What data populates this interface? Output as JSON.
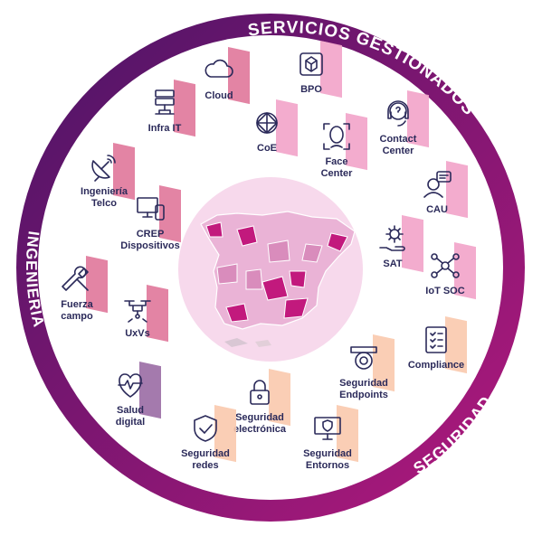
{
  "ring": {
    "sections": {
      "managed": "SERVICIOS GESTIONADOS",
      "engineering": "INGENIERÍA",
      "security": "SEGURIDAD"
    }
  },
  "colors": {
    "ring_dark": "#4a1466",
    "ring_light": "#b3197d",
    "panel_magenta": "#e0779a",
    "panel_pink": "#f2a3c9",
    "panel_peach": "#f9c9ad",
    "panel_purple": "#9a6ba4",
    "map_fill": "#f7d9ec",
    "map_dark": "#c2197d",
    "text": "#2b2a5a"
  },
  "services": [
    {
      "id": "cloud",
      "label": "Cloud",
      "icon": "cloud-icon"
    },
    {
      "id": "infra",
      "label": "Infra IT",
      "icon": "server-icon"
    },
    {
      "id": "coe",
      "label": "CoE",
      "icon": "network-icon"
    },
    {
      "id": "bpo",
      "label": "BPO",
      "icon": "package-icon"
    },
    {
      "id": "face",
      "label": "Face\nCenter",
      "icon": "face-scan-icon"
    },
    {
      "id": "contact",
      "label": "Contact\nCenter",
      "icon": "headset-icon"
    },
    {
      "id": "cau",
      "label": "CAU",
      "icon": "support-agent-icon"
    },
    {
      "id": "sat",
      "label": "SAT",
      "icon": "gear-hand-icon"
    },
    {
      "id": "iot",
      "label": "IoT SOC",
      "icon": "iot-icon"
    },
    {
      "id": "telco",
      "label": "Ingeniería\nTelco",
      "icon": "satellite-dish-icon"
    },
    {
      "id": "crep",
      "label": "CREP\nDispositivos",
      "icon": "devices-icon"
    },
    {
      "id": "fuerza",
      "label": "Fuerza\ncampo",
      "icon": "tools-icon"
    },
    {
      "id": "uxvs",
      "label": "UxVs",
      "icon": "drone-icon"
    },
    {
      "id": "salud",
      "label": "Salud\ndigital",
      "icon": "heart-pulse-icon"
    },
    {
      "id": "segelec",
      "label": "Seguridad\nelectrónica",
      "icon": "lock-icon"
    },
    {
      "id": "segredes",
      "label": "Seguridad\nredes",
      "icon": "shield-check-icon"
    },
    {
      "id": "segent",
      "label": "Seguridad\nEntornos",
      "icon": "monitor-shield-icon"
    },
    {
      "id": "segend",
      "label": "Seguridad\nEndpoints",
      "icon": "camera-icon"
    },
    {
      "id": "compliance",
      "label": "Compliance",
      "icon": "checklist-icon"
    }
  ],
  "center": {
    "icon": "spain-map-icon"
  }
}
